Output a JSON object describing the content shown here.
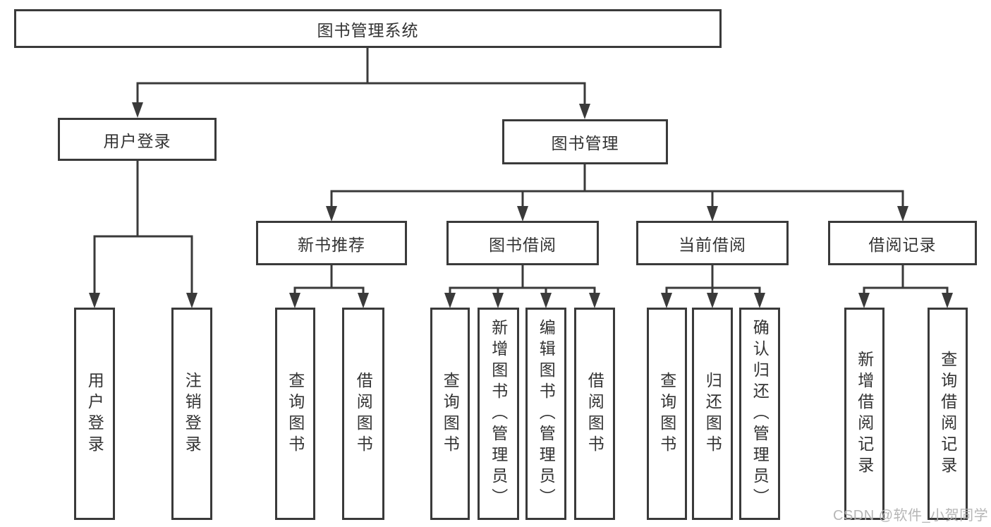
{
  "diagram": {
    "root": "图书管理系统",
    "branches": {
      "user_login": "用户登录",
      "book_management": "图书管理"
    },
    "modules": {
      "new_book_recommend": "新书推荐",
      "book_borrow": "图书借阅",
      "current_borrow": "当前借阅",
      "borrow_records": "借阅记录"
    },
    "leaves": {
      "user_login": "用户登录",
      "logout": "注销登录",
      "nb_query_book": "查询图书",
      "nb_borrow_book": "借阅图书",
      "bb_query_book": "查询图书",
      "bb_add_book": "新增图书（管理员）",
      "bb_edit_book": "编辑图书（管理员）",
      "bb_borrow_book": "借阅图书",
      "cb_query_book": "查询图书",
      "cb_return_book": "归还图书",
      "cb_confirm_return": "确认归还（管理员）",
      "br_add_record": "新增借阅记录",
      "br_query_record": "查询借阅记录"
    }
  },
  "watermark": "CSDN @软件_小贺同学",
  "colors": {
    "line": "#3a3a3a",
    "text": "#333333",
    "watermark": "#b2b2b2",
    "background": "#ffffff"
  }
}
